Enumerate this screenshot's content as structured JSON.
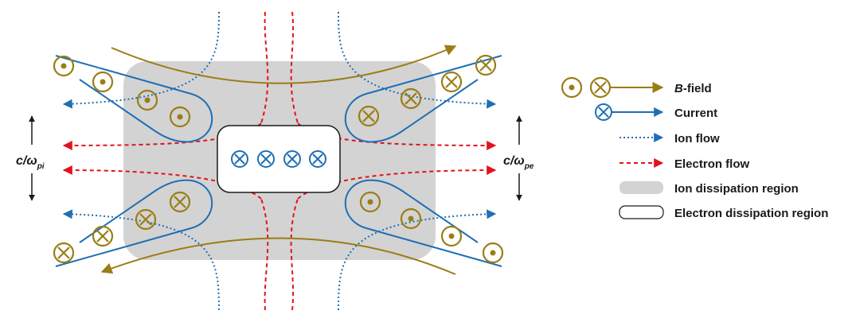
{
  "colors": {
    "b_field": "#9b7d15",
    "current": "#1f6fb5",
    "ion_flow": "#1f6fb5",
    "electron_flow": "#e3131b",
    "ion_region": "#d3d3d3",
    "electron_region": "#ffffff",
    "text": "#1a1a1a"
  },
  "legend": {
    "b_field": {
      "label_italic": "B",
      "label_rest": "-field",
      "icons": [
        "dot-circle-icon",
        "cross-circle-icon"
      ]
    },
    "current": {
      "label": "Current",
      "icons": [
        "cross-circle-icon"
      ]
    },
    "ion_flow": {
      "label": "Ion flow"
    },
    "electron_flow": {
      "label": "Electron flow"
    },
    "ion_region": {
      "label": "Ion dissipation region"
    },
    "electron_region": {
      "label": "Electron dissipation region"
    }
  },
  "scales": {
    "ion": {
      "base": "c/ω",
      "sub": "pi"
    },
    "electron": {
      "base": "c/ω",
      "sub": "pe"
    }
  }
}
